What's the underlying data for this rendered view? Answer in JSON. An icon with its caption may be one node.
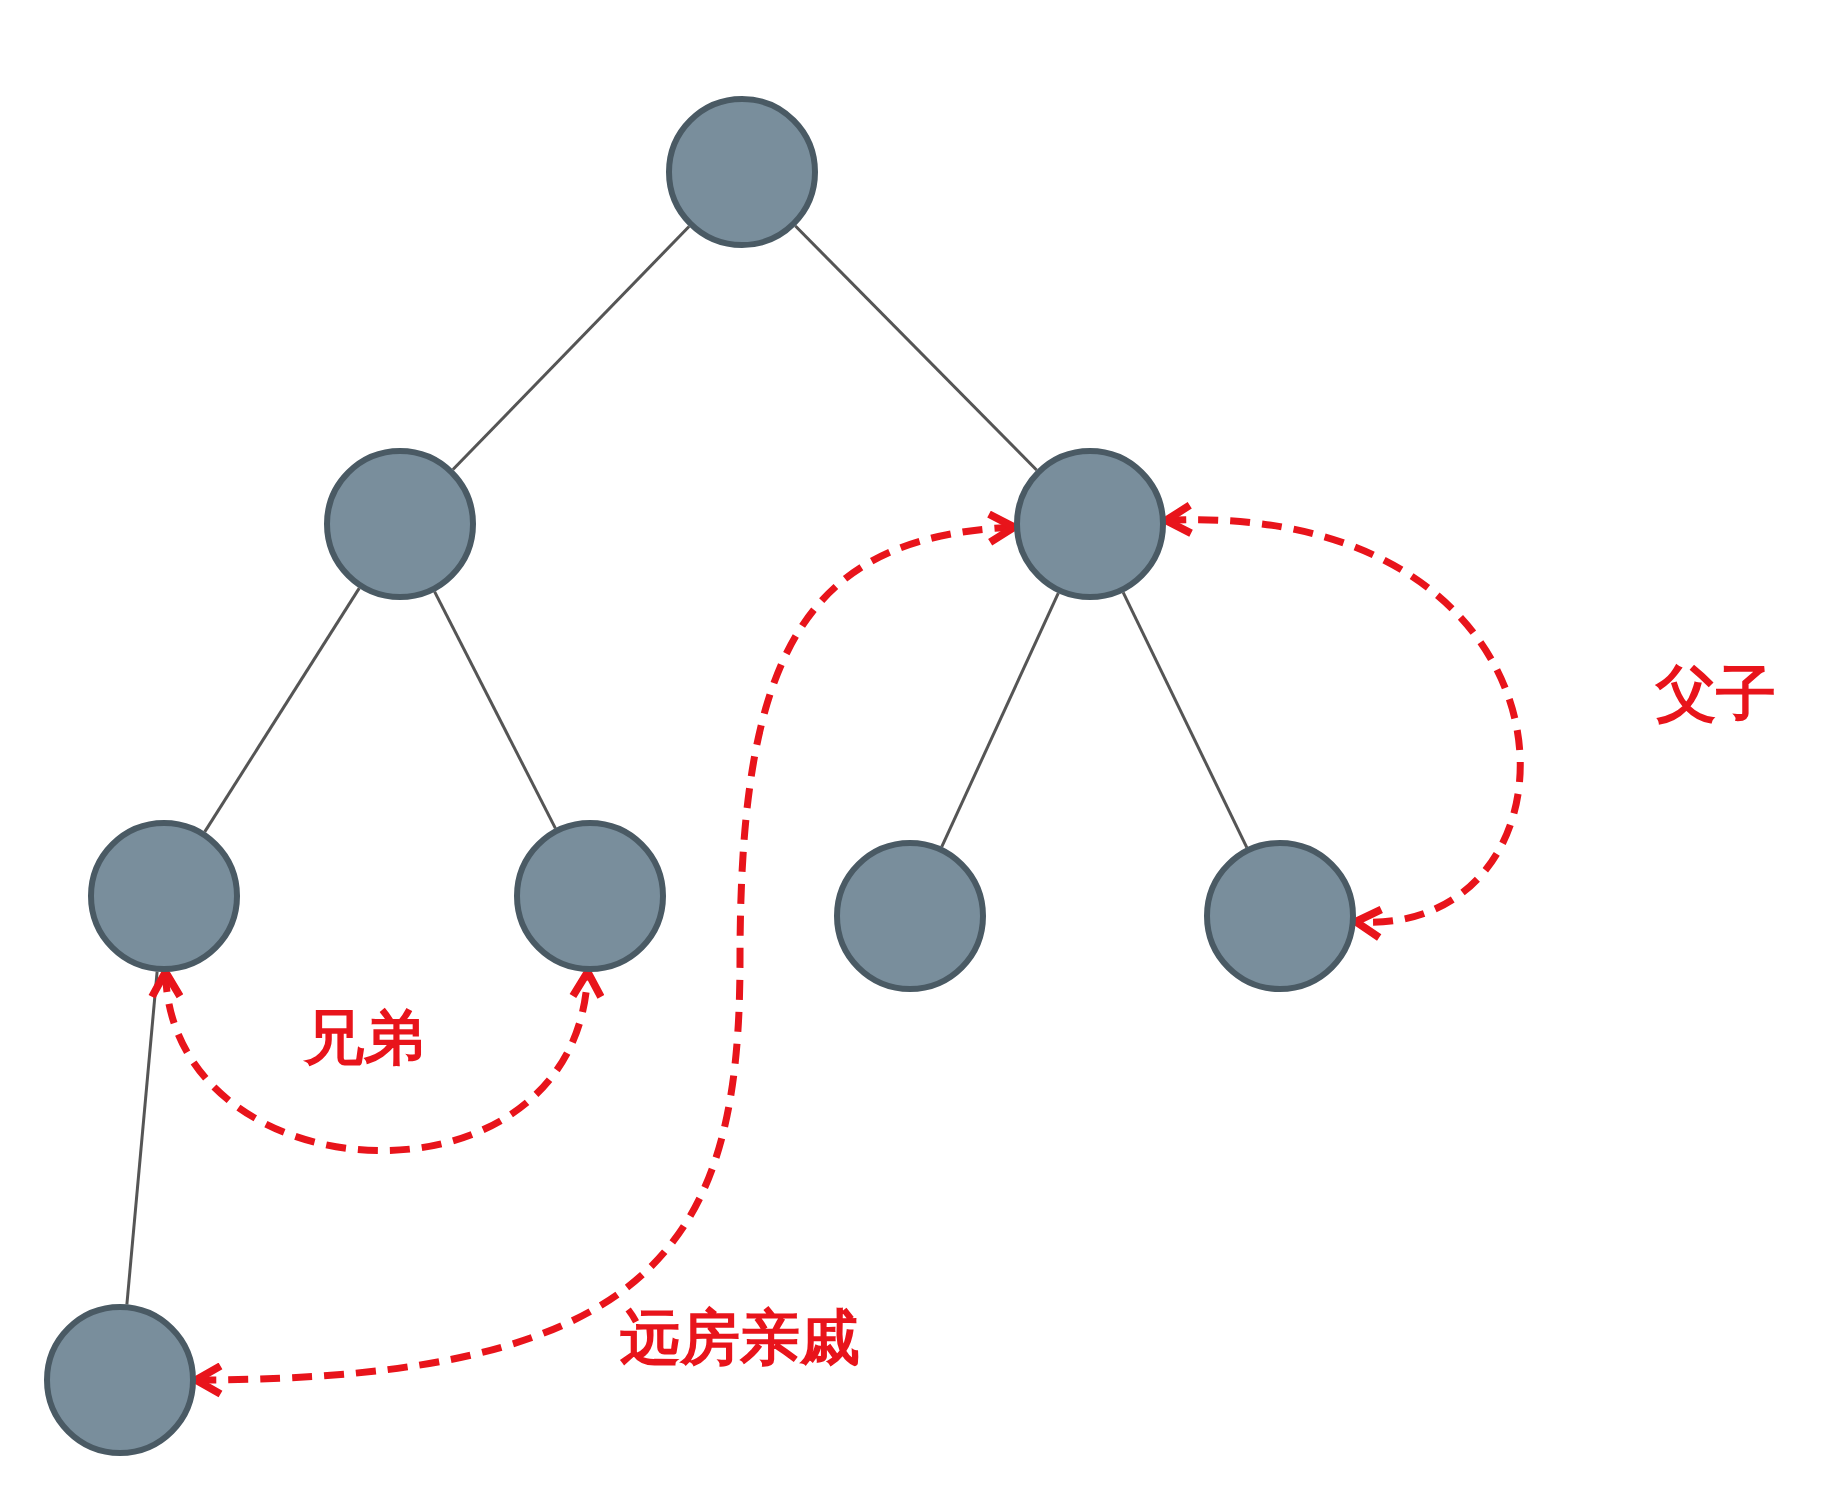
{
  "diagram": {
    "nodes": [
      {
        "text": [],
        "shape": "circle"
      },
      {
        "text": [],
        "shape": "circle"
      },
      {
        "text": [],
        "shape": "circle"
      },
      {
        "text": [],
        "shape": "circle"
      },
      {
        "text": [],
        "shape": "circle"
      },
      {
        "text": [],
        "shape": "circle"
      },
      {
        "text": [],
        "shape": "circle"
      },
      {
        "text": [],
        "shape": "circle"
      }
    ],
    "edges": [
      {
        "from": 0,
        "to": 1,
        "arrow": "none"
      },
      {
        "from": 0,
        "to": 2,
        "arrow": "none"
      },
      {
        "from": 1,
        "to": 3,
        "arrow": "none"
      },
      {
        "from": 1,
        "to": 4,
        "arrow": "none"
      },
      {
        "from": 2,
        "to": 5,
        "arrow": "none"
      },
      {
        "from": 2,
        "to": 6,
        "arrow": "none"
      },
      {
        "from": 3,
        "to": 7,
        "arrow": "none"
      },
      {
        "from": 3,
        "to": 4,
        "arrow": "both",
        "label": "兄弟",
        "style": "dashed",
        "color": "#e8141b"
      },
      {
        "from": 2,
        "to": 6,
        "arrow": "both",
        "label": "父子",
        "style": "dashed",
        "color": "#e8141b"
      },
      {
        "from": 7,
        "to": 2,
        "arrow": "both",
        "label": "远房亲戚",
        "style": "dashed",
        "color": "#e8141b"
      }
    ]
  }
}
